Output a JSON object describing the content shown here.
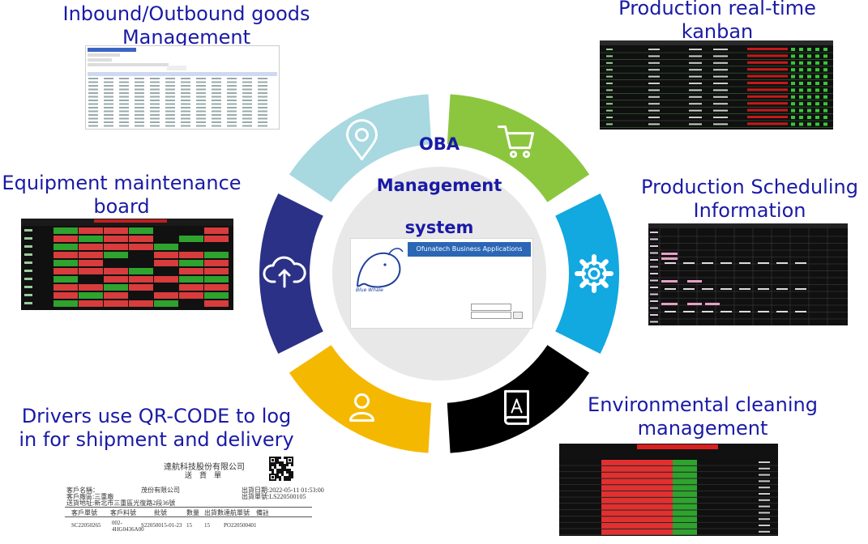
{
  "center": {
    "title_line1": "OBA",
    "title_line2": "Management",
    "title_line3": "system",
    "login": {
      "banner": "Ofunatech Business Applications",
      "logo_text": "Blue Whale"
    }
  },
  "labels": {
    "inbound_outbound": "Inbound/Outbound goods\nManagement",
    "production_kanban": "Production real-time\nkanban",
    "equipment_maintenance": "Equipment maintenance\nboard",
    "production_scheduling": "Production Scheduling\nInformation",
    "drivers_qr": "Drivers use QR-CODE to log\nin for shipment and delivery",
    "environmental_cleaning": "Environmental cleaning\nmanagement"
  },
  "segments": [
    {
      "name": "location",
      "color": "#a8d8e0",
      "icon": "location-pin-icon"
    },
    {
      "name": "cart",
      "color": "#8cc63f",
      "icon": "shopping-cart-icon"
    },
    {
      "name": "gear",
      "color": "#12a8e0",
      "icon": "gear-icon"
    },
    {
      "name": "book",
      "color": "#000000",
      "icon": "book-icon"
    },
    {
      "name": "user",
      "color": "#f5b800",
      "icon": "user-icon"
    },
    {
      "name": "cloud",
      "color": "#2b3187",
      "icon": "cloud-upload-icon"
    }
  ],
  "document": {
    "company": "達航科技股份有限公司",
    "doc_title": "送　貨　單",
    "customer_name": "客戶名稱：　　　　　　　茂份有限公司",
    "customer_factory": "客戶廠區:三重廠",
    "delivery_address": "送貨地址:新北市三重區光復路2段36號",
    "ship_date": "出貨日期:2022-05-11 01:53:00",
    "ship_no": "出貨單號:LS220500105",
    "table_headers": [
      "客戶單號",
      "客戶料號",
      "批號",
      "數量",
      "出貨數",
      "達航單號",
      "備註"
    ],
    "row": [
      "SC22050265",
      "002-4HG0436A00",
      "S22050015-01-23",
      "15",
      "15",
      "PO220500401",
      ""
    ]
  },
  "colors": {
    "label_blue": "#1a1aa6",
    "center_circle": "#e8e8e8"
  }
}
